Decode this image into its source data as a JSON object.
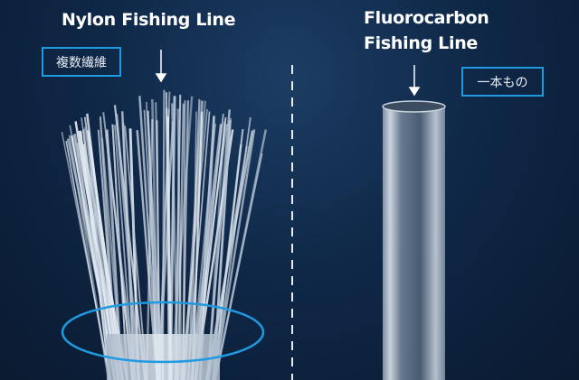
{
  "nylon": {
    "title": "Nylon Fishing Line",
    "tag": "複数繊維"
  },
  "fluorocarbon": {
    "title_line1": "Fluorocarbon",
    "title_line2": "Fishing Line",
    "tag": "一本もの"
  },
  "colors": {
    "accent": "#1f9ae0",
    "background": "#0f2848"
  }
}
